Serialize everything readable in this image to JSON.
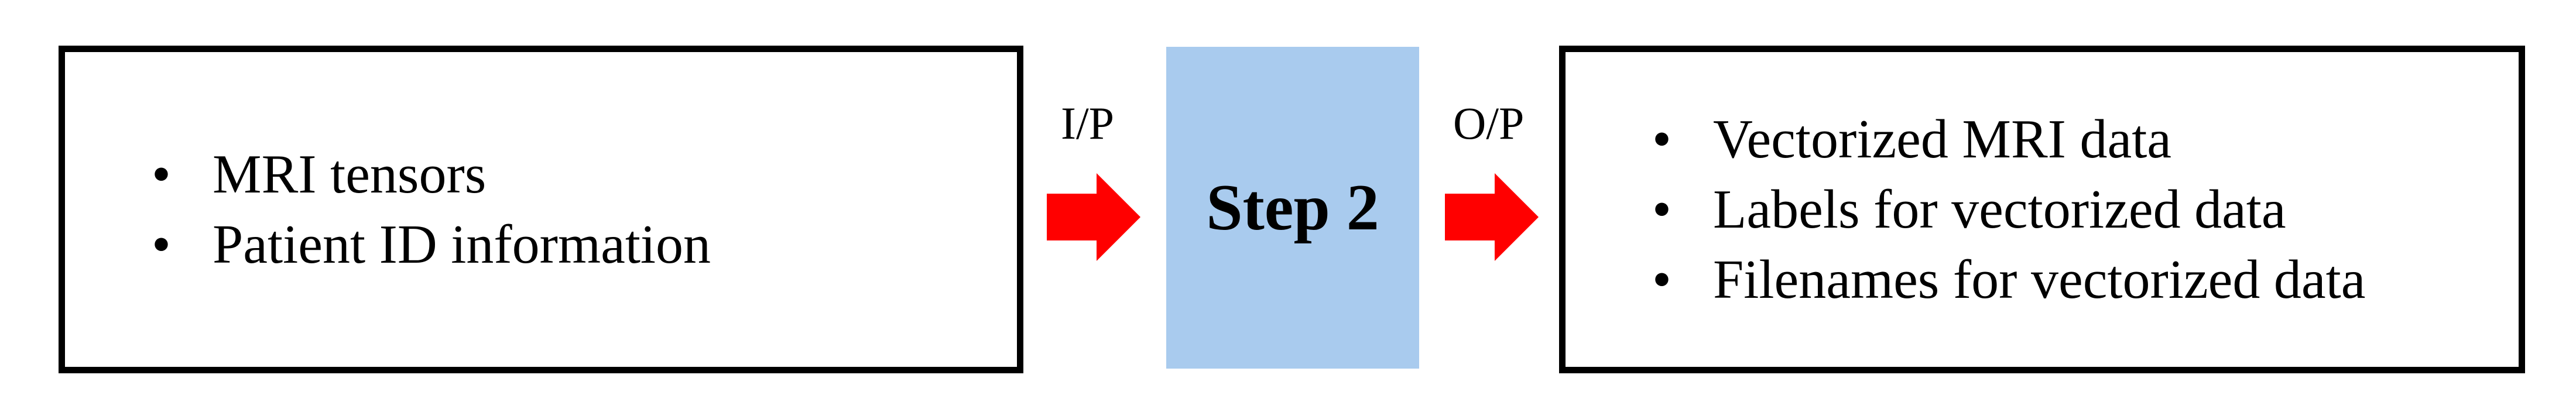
{
  "diagram": {
    "input_box": {
      "items": [
        "MRI tensors",
        "Patient ID information"
      ]
    },
    "input_connector": {
      "label": "I/P"
    },
    "step": {
      "label": "Step 2",
      "fill_color": "#a9cbee"
    },
    "output_connector": {
      "label": "O/P"
    },
    "output_box": {
      "items": [
        "Vectorized MRI data",
        "Labels for vectorized data",
        "Filenames for vectorized data"
      ]
    },
    "colors": {
      "arrow": "#ff0000",
      "border": "#000000"
    }
  }
}
